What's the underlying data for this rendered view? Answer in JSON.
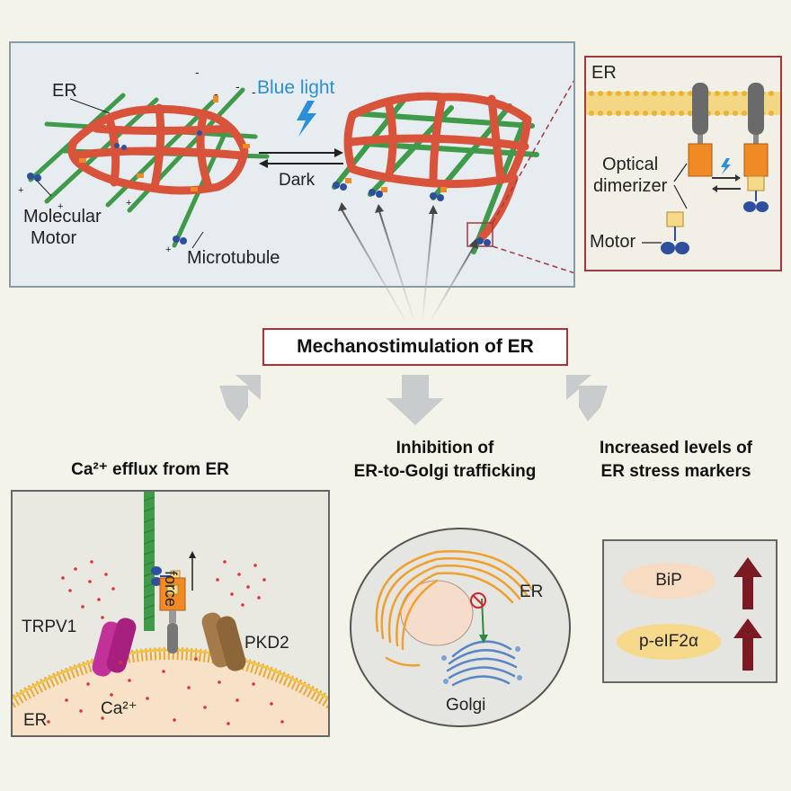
{
  "top_panel": {
    "er_label": "ER",
    "blue_light_label": "Blue light",
    "dark_label": "Dark",
    "molecular_motor_label_line1": "Molecular",
    "molecular_motor_label_line2": "Motor",
    "microtubule_label": "Microtubule",
    "plus_sign": "+",
    "minus_sign": "-"
  },
  "zoom_panel": {
    "er_label": "ER",
    "optical_dimerizer_line1": "Optical",
    "optical_dimerizer_line2": "dimerizer",
    "motor_label": "Motor"
  },
  "center": {
    "mechanostimulation_label": "Mechanostimulation of ER"
  },
  "outcomes": {
    "ca_heading": "Ca²⁺ efflux from ER",
    "trafficking_heading_line1": "Inhibition of",
    "trafficking_heading_line2": "ER-to-Golgi trafficking",
    "stress_heading_line1": "Increased levels of",
    "stress_heading_line2": "ER stress markers"
  },
  "ca_panel": {
    "force_label": "force",
    "trpv1_label": "TRPV1",
    "pkd2_label": "PKD2",
    "calcium_label": "Ca²⁺",
    "er_label": "ER"
  },
  "cell": {
    "er_label": "ER",
    "golgi_label": "Golgi"
  },
  "stress_panel": {
    "bip_label": "BiP",
    "peif2a_label": "p-eIF2α"
  },
  "colors": {
    "er_red": "#d9533b",
    "microtubule_green": "#3f9a4a",
    "accent_red": "#b0303a",
    "motor_blue": "#2d4f9e",
    "dimerizer_orange": "#f08a24",
    "blue_light": "#2b8fd8",
    "arrow_up": "#7a1a22"
  }
}
